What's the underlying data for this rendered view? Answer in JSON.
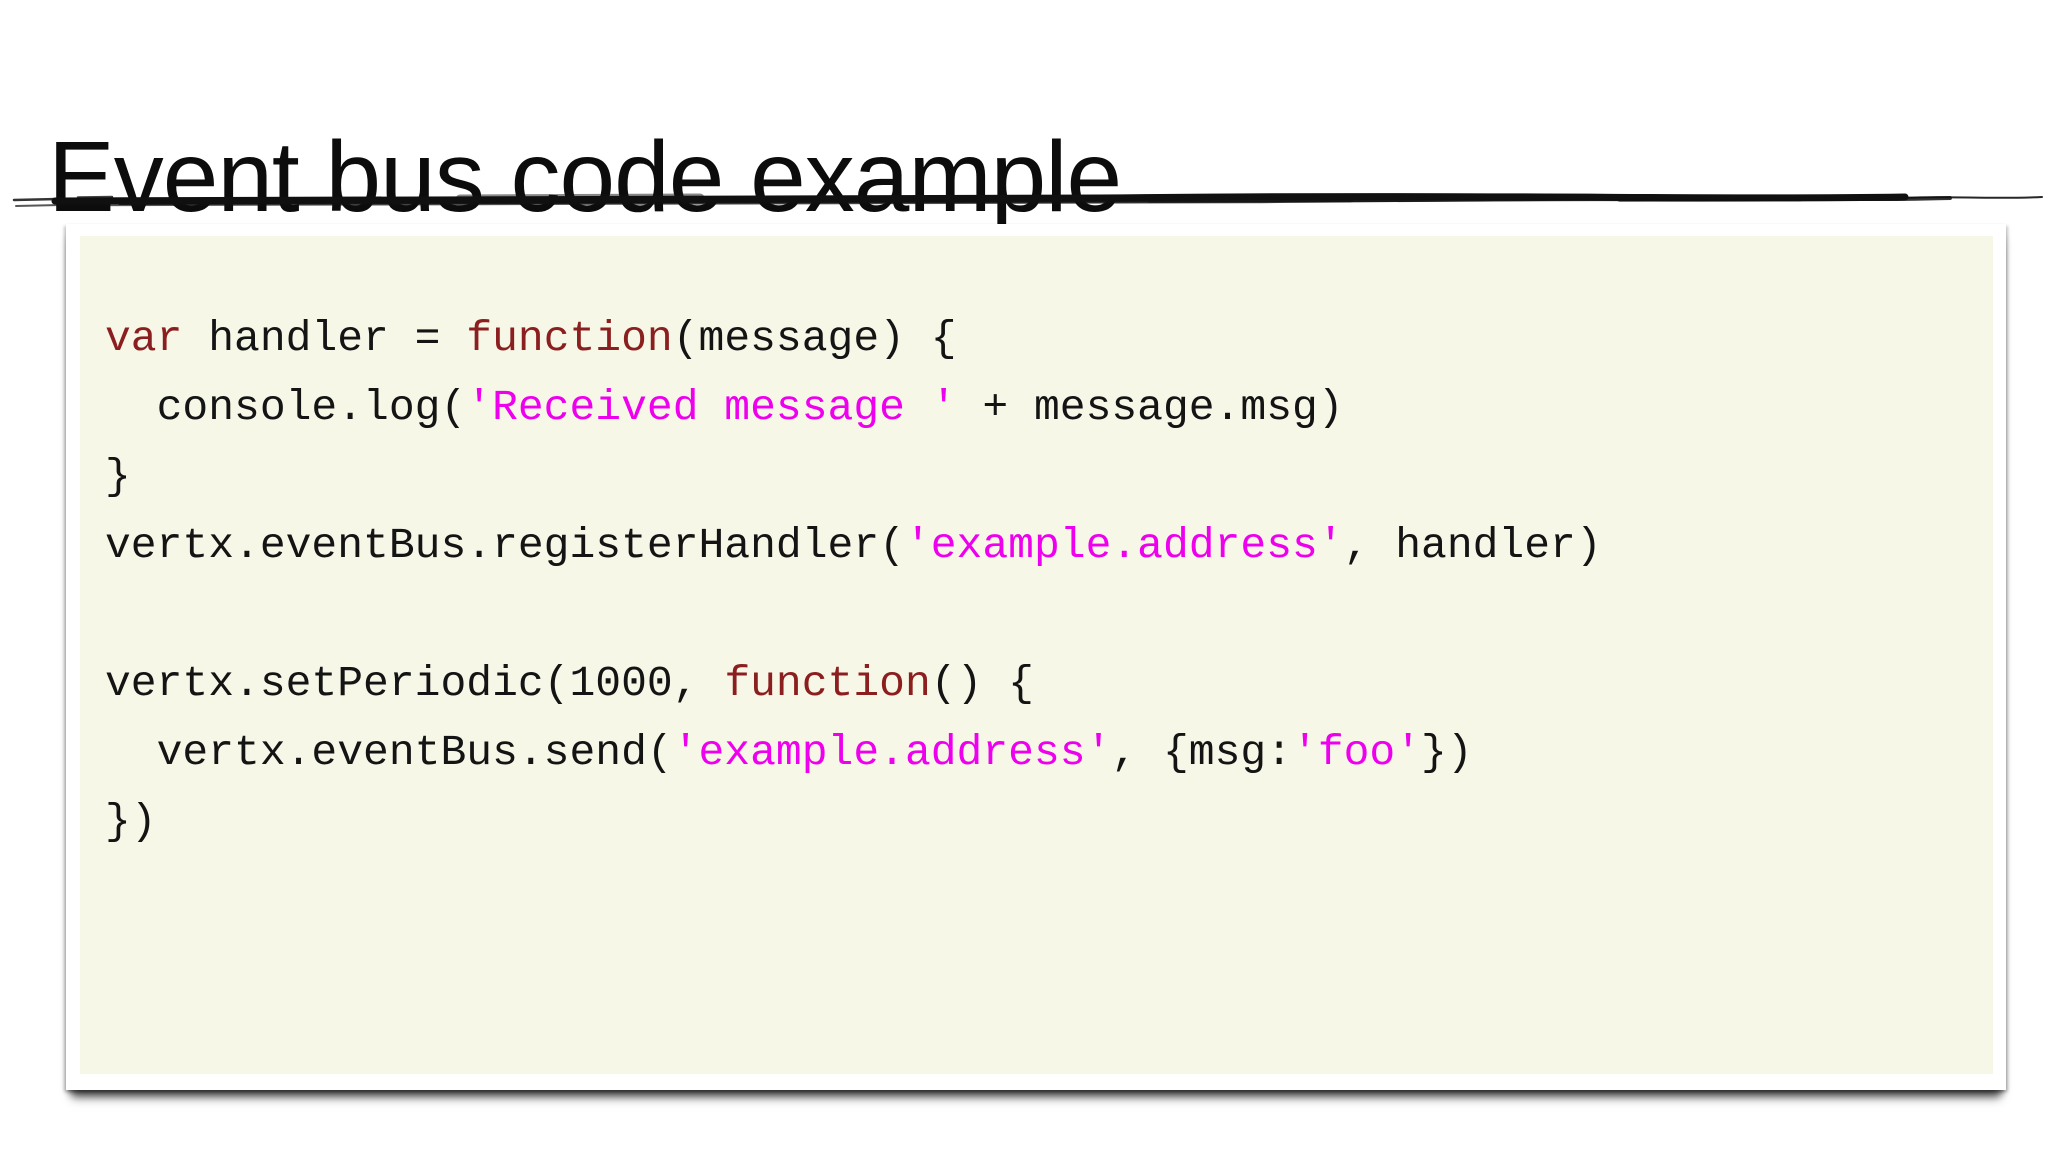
{
  "slide": {
    "title": "Event bus code example"
  },
  "code": {
    "language": "javascript",
    "colors": {
      "keyword": "#8b1f1f",
      "string": "#ee00ee",
      "plain": "#141414",
      "background": "#f7f7e8"
    },
    "lines": [
      [
        {
          "type": "kw",
          "text": "var"
        },
        {
          "type": "pl",
          "text": " handler = "
        },
        {
          "type": "kw",
          "text": "function"
        },
        {
          "type": "pl",
          "text": "(message) {"
        }
      ],
      [
        {
          "type": "pl",
          "text": "  console.log("
        },
        {
          "type": "str",
          "text": "'Received message '"
        },
        {
          "type": "pl",
          "text": " + message.msg)"
        }
      ],
      [
        {
          "type": "pl",
          "text": "}"
        }
      ],
      [
        {
          "type": "pl",
          "text": "vertx.eventBus.registerHandler("
        },
        {
          "type": "str",
          "text": "'example.address'"
        },
        {
          "type": "pl",
          "text": ", handler)"
        }
      ],
      [],
      [
        {
          "type": "pl",
          "text": "vertx.setPeriodic(1000, "
        },
        {
          "type": "kw",
          "text": "function"
        },
        {
          "type": "pl",
          "text": "() {"
        }
      ],
      [
        {
          "type": "pl",
          "text": "  vertx.eventBus.send("
        },
        {
          "type": "str",
          "text": "'example.address'"
        },
        {
          "type": "pl",
          "text": ", {msg:"
        },
        {
          "type": "str",
          "text": "'foo'"
        },
        {
          "type": "pl",
          "text": "})"
        }
      ],
      [
        {
          "type": "pl",
          "text": "})"
        }
      ]
    ]
  }
}
